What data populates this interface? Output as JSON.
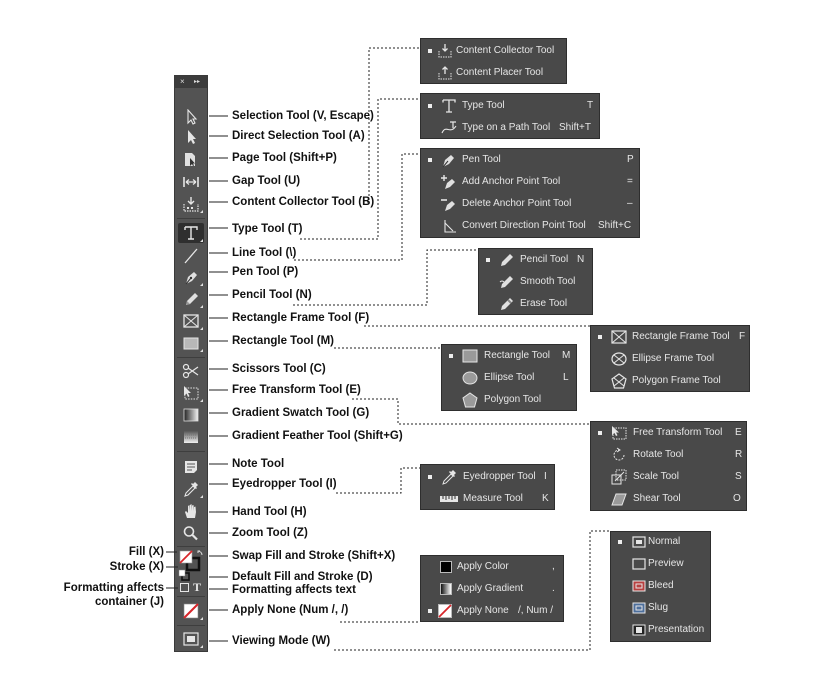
{
  "toolbar": {
    "close_glyph": "×",
    "collapse_glyph": "▸▸",
    "tools": [
      {
        "label": "Selection Tool  (V, Escape)"
      },
      {
        "label": "Direct Selection Tool  (A)"
      },
      {
        "label": "Page Tool (Shift+P)"
      },
      {
        "label": "Gap Tool (U)"
      },
      {
        "label": "Content Collector Tool (B)"
      },
      {
        "label": "Type Tool (T)"
      },
      {
        "label": "Line Tool (\\)"
      },
      {
        "label": "Pen Tool (P)"
      },
      {
        "label": "Pencil Tool (N)"
      },
      {
        "label": "Rectangle Frame Tool (F)"
      },
      {
        "label": "Rectangle Tool (M)"
      },
      {
        "label": "Scissors Tool (C)"
      },
      {
        "label": "Free Transform Tool (E)"
      },
      {
        "label": "Gradient Swatch Tool (G)"
      },
      {
        "label": "Gradient Feather Tool (Shift+G)"
      },
      {
        "label": "Note Tool"
      },
      {
        "label": "Eyedropper Tool (I)"
      },
      {
        "label": "Hand Tool (H)"
      },
      {
        "label": "Zoom Tool (Z)"
      },
      {
        "label": "Swap Fill and Stroke (Shift+X)"
      },
      {
        "label": "Default Fill and Stroke (D)"
      },
      {
        "label": "Formatting affects text"
      },
      {
        "label": "Apply None (Num /, /)"
      },
      {
        "label": "Viewing Mode (W)"
      }
    ],
    "left_labels": {
      "fill": "Fill (X)",
      "stroke": "Stroke (X)",
      "container_line1": "Formatting affects",
      "container_line2": "container (J)"
    },
    "text_glyph": "T"
  },
  "panels": {
    "collector": [
      {
        "label": "Content Collector Tool",
        "shortcut": ""
      },
      {
        "label": "Content Placer Tool",
        "shortcut": ""
      }
    ],
    "type": [
      {
        "label": "Type Tool",
        "shortcut": "T"
      },
      {
        "label": "Type on a Path Tool",
        "shortcut": "Shift+T"
      }
    ],
    "pen": [
      {
        "label": "Pen Tool",
        "shortcut": "P"
      },
      {
        "label": "Add Anchor Point Tool",
        "shortcut": "="
      },
      {
        "label": "Delete Anchor Point Tool",
        "shortcut": "–"
      },
      {
        "label": "Convert Direction Point Tool",
        "shortcut": "Shift+C"
      }
    ],
    "pencil": [
      {
        "label": "Pencil Tool",
        "shortcut": "N"
      },
      {
        "label": "Smooth Tool",
        "shortcut": ""
      },
      {
        "label": "Erase Tool",
        "shortcut": ""
      }
    ],
    "frame": [
      {
        "label": "Rectangle Frame Tool",
        "shortcut": "F"
      },
      {
        "label": "Ellipse Frame Tool",
        "shortcut": ""
      },
      {
        "label": "Polygon Frame Tool",
        "shortcut": ""
      }
    ],
    "shape": [
      {
        "label": "Rectangle Tool",
        "shortcut": "M"
      },
      {
        "label": "Ellipse Tool",
        "shortcut": "L"
      },
      {
        "label": "Polygon Tool",
        "shortcut": ""
      }
    ],
    "transform": [
      {
        "label": "Free Transform Tool",
        "shortcut": "E"
      },
      {
        "label": "Rotate Tool",
        "shortcut": "R"
      },
      {
        "label": "Scale Tool",
        "shortcut": "S"
      },
      {
        "label": "Shear Tool",
        "shortcut": "O"
      }
    ],
    "eyedropper": [
      {
        "label": "Eyedropper Tool",
        "shortcut": "I"
      },
      {
        "label": "Measure Tool",
        "shortcut": "K"
      }
    ],
    "apply": [
      {
        "label": "Apply Color",
        "shortcut": ","
      },
      {
        "label": "Apply Gradient",
        "shortcut": "."
      },
      {
        "label": "Apply None",
        "shortcut": "/, Num /"
      }
    ],
    "view": [
      {
        "label": "Normal"
      },
      {
        "label": "Preview"
      },
      {
        "label": "Bleed"
      },
      {
        "label": "Slug"
      },
      {
        "label": "Presentation"
      }
    ]
  },
  "colors": {
    "toolbar_bg": "#535353",
    "panel_bg": "#494949",
    "none_red": "#d8262b",
    "icon_light": "#e0e0e0"
  }
}
